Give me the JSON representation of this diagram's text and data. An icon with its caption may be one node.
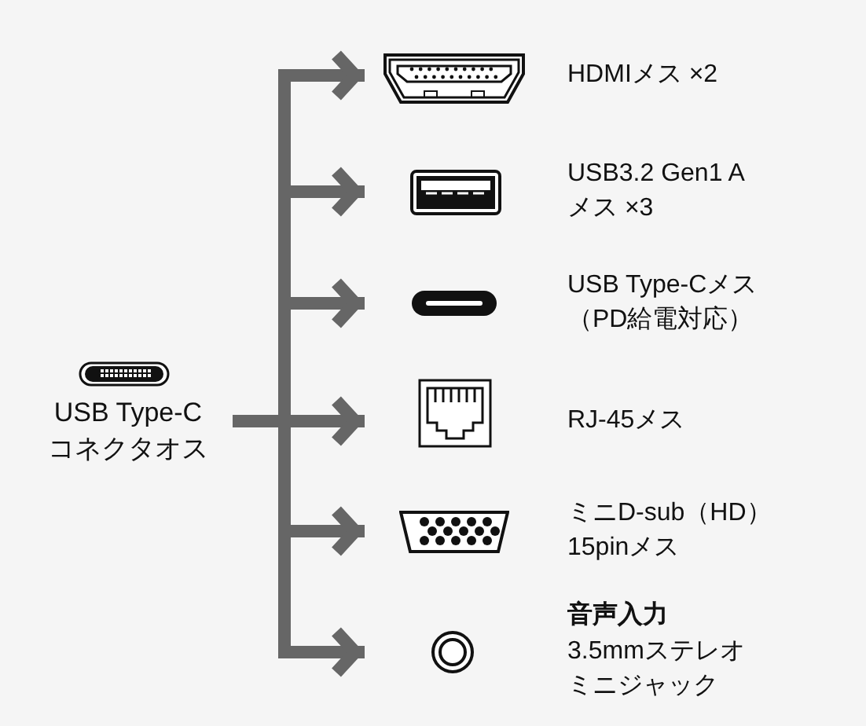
{
  "diagram": {
    "nodes": [
      {
        "text": [
          "USB Type-C コネクタオス"
        ]
      },
      {
        "text": [],
        "shape": "picture",
        "beside": [
          "HDMIメス ×2"
        ]
      },
      {
        "text": [],
        "shape": "picture",
        "beside": [
          "USB3.2 Gen1 A メス ×3"
        ]
      },
      {
        "text": [],
        "shape": "picture",
        "beside": [
          "USB Type-Cメス（PD給電対応）"
        ]
      },
      {
        "text": [],
        "shape": "picture",
        "beside": [
          "RJ-45メス"
        ]
      },
      {
        "text": [],
        "shape": "picture",
        "beside": [
          "ミニD-sub（HD）15pinメス"
        ]
      },
      {
        "text": [],
        "shape": "picture",
        "beside": [
          "音声入力",
          "3.5mmステレオミニジャック"
        ]
      }
    ],
    "edges": [
      {
        "from": 0,
        "to": 1,
        "arrow": "to"
      },
      {
        "from": 0,
        "to": 2,
        "arrow": "to"
      },
      {
        "from": 0,
        "to": 3,
        "arrow": "to"
      },
      {
        "from": 0,
        "to": 4,
        "arrow": "to"
      },
      {
        "from": 0,
        "to": 5,
        "arrow": "to"
      },
      {
        "from": 0,
        "to": 6,
        "arrow": "to"
      }
    ]
  }
}
